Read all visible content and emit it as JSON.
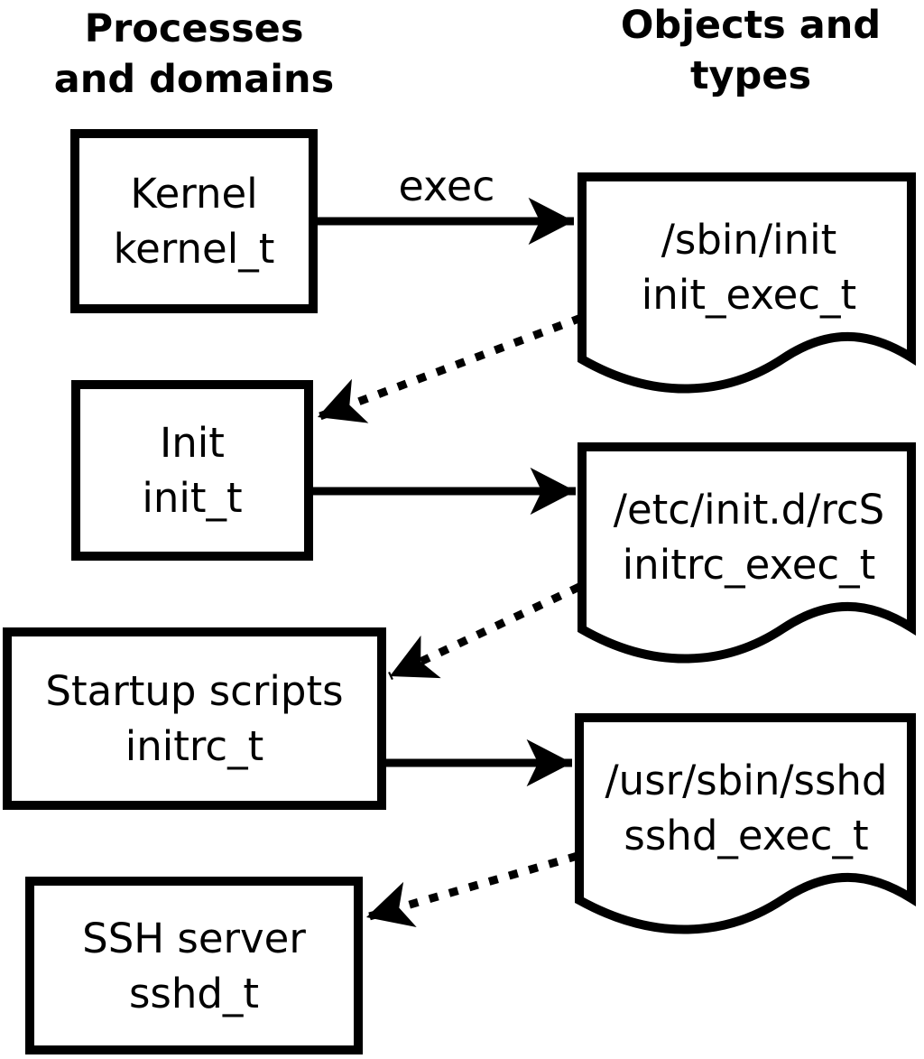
{
  "headers": {
    "left": {
      "line1": "Processes",
      "line2": "and domains"
    },
    "right": {
      "line1": "Objects and",
      "line2": "types"
    }
  },
  "arrow_label": "exec",
  "processes": [
    {
      "label": "Kernel",
      "type": "kernel_t"
    },
    {
      "label": "Init",
      "type": "init_t"
    },
    {
      "label": "Startup scripts",
      "type": "initrc_t"
    },
    {
      "label": "SSH server",
      "type": "sshd_t"
    }
  ],
  "objects": [
    {
      "path": "/sbin/init",
      "type": "init_exec_t"
    },
    {
      "path": "/etc/init.d/rcS",
      "type": "initrc_exec_t"
    },
    {
      "path": "/usr/sbin/sshd",
      "type": "sshd_exec_t"
    }
  ],
  "colors": {
    "line": "#000000",
    "background": "#ffffff",
    "shape_fill": "#ffffff"
  }
}
